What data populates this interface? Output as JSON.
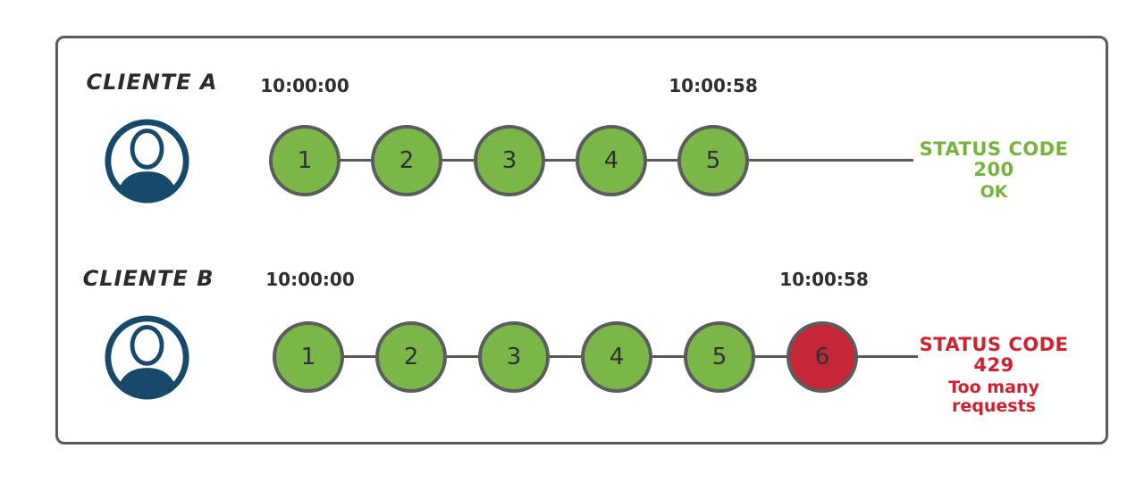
{
  "rows": [
    {
      "name": "cliente-a",
      "client_label": "CLIENTE A",
      "start_time": "10:00:00",
      "end_time": "10:00:58",
      "requests": [
        {
          "label": "1",
          "status": "success"
        },
        {
          "label": "2",
          "status": "success"
        },
        {
          "label": "3",
          "status": "success"
        },
        {
          "label": "4",
          "status": "success"
        },
        {
          "label": "5",
          "status": "success"
        }
      ],
      "status": {
        "line1": "STATUS CODE 200",
        "line2": "OK",
        "type": "success"
      }
    },
    {
      "name": "cliente-b",
      "client_label": "CLIENTE B",
      "start_time": "10:00:00",
      "end_time": "10:00:58",
      "requests": [
        {
          "label": "1",
          "status": "success"
        },
        {
          "label": "2",
          "status": "success"
        },
        {
          "label": "3",
          "status": "success"
        },
        {
          "label": "4",
          "status": "success"
        },
        {
          "label": "5",
          "status": "success"
        },
        {
          "label": "6",
          "status": "error"
        }
      ],
      "status": {
        "line1": "STATUS CODE 429",
        "line2": "Too many requests",
        "type": "error"
      }
    }
  ],
  "icons": {
    "client_a": "user-avatar-icon",
    "client_b": "user-avatar-icon"
  },
  "colors": {
    "success_fill": "#7AB648",
    "error_fill": "#C52638",
    "stroke_gray": "#58595B",
    "avatar_navy": "#17496B",
    "status_ok_text": "#77B33E",
    "status_error_text": "#CF2231",
    "label_text": "#2B2B2B"
  }
}
